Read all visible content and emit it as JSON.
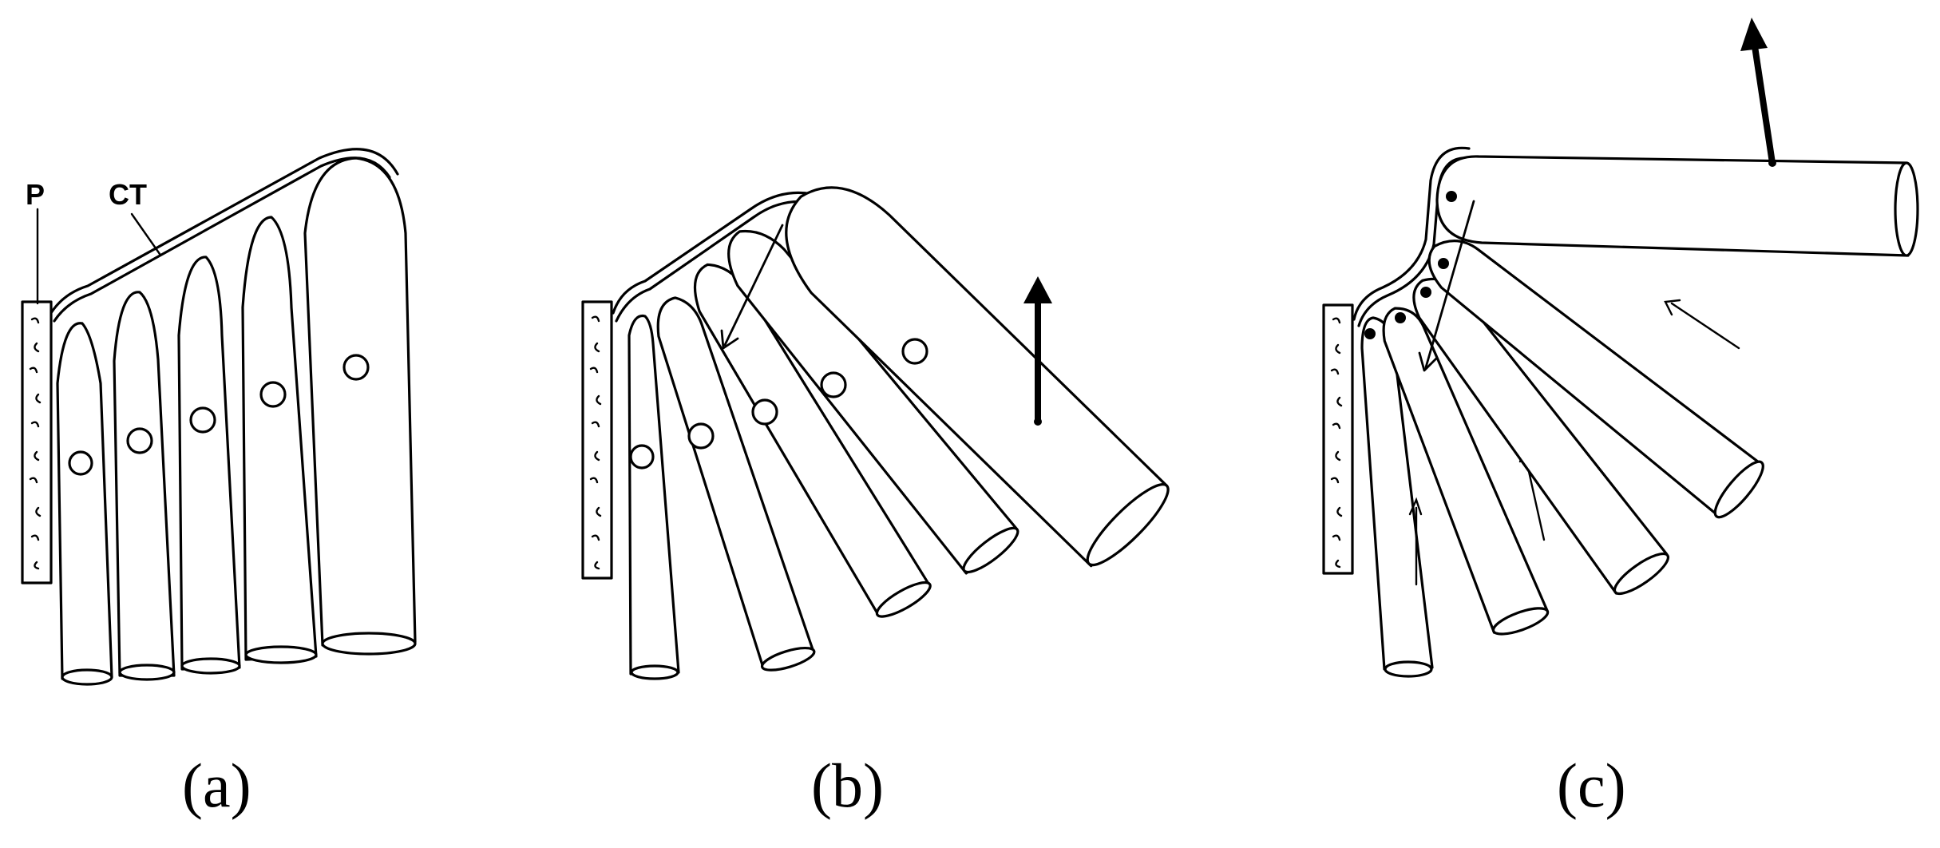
{
  "labels": {
    "p": "P",
    "ct": "CT"
  },
  "captions": {
    "a": "(a)",
    "b": "(b)",
    "c": "(c)"
  },
  "colors": {
    "ink": "#000000",
    "paper": "#ffffff"
  }
}
